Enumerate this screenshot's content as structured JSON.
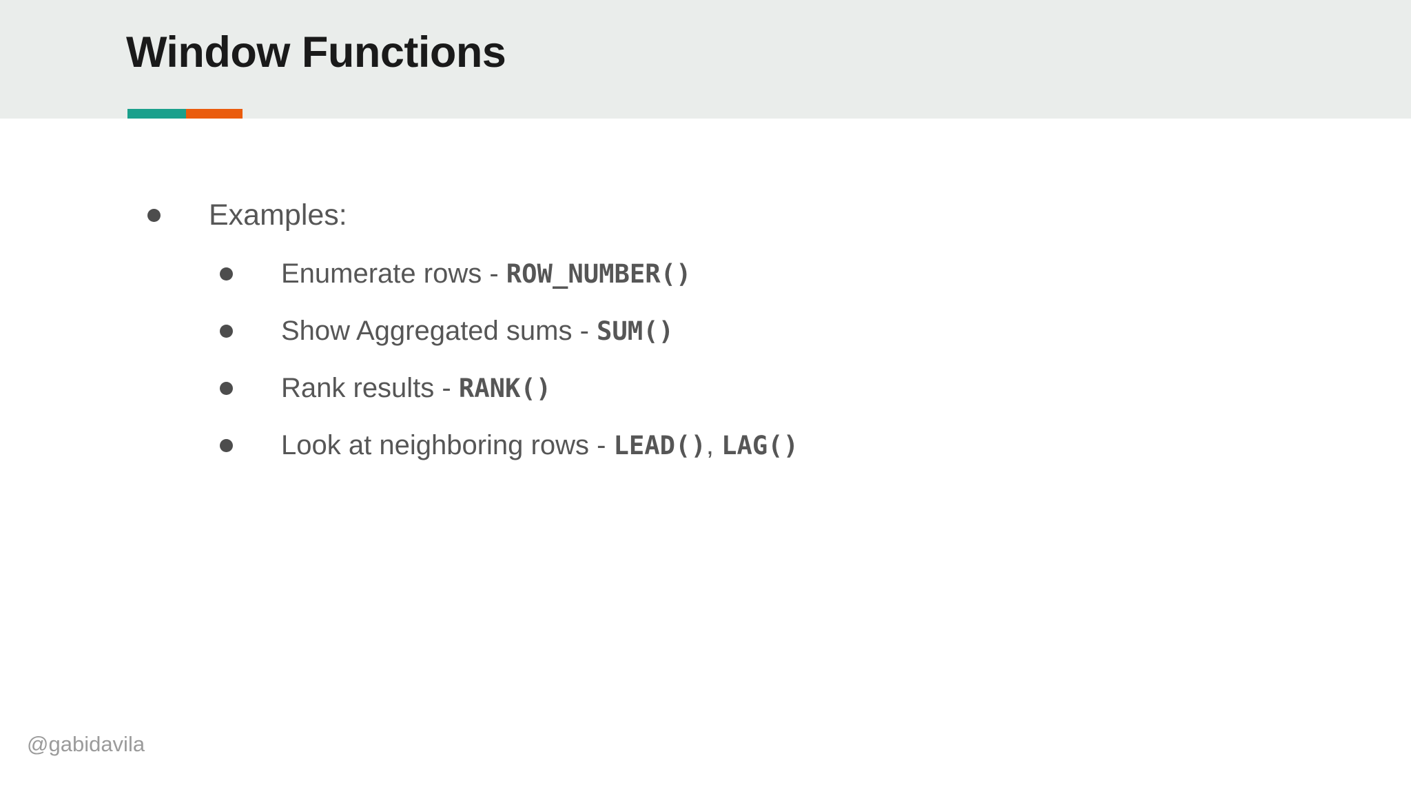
{
  "slide": {
    "title": "Window Functions",
    "footer_handle": "@gabidavila",
    "colors": {
      "header_background": "#eaedeb",
      "body_background": "#ffffff",
      "title_text": "#1a1a1a",
      "body_text": "#565656",
      "bullet_dot": "#4d4d4d",
      "accent_teal": "#1aa08c",
      "accent_orange": "#ea5b0c",
      "footer_text": "#9b9b9b"
    }
  },
  "content": {
    "intro": {
      "label": "Examples:"
    },
    "items": [
      {
        "description": "Enumerate rows",
        "separator": " - ",
        "code": "ROW_NUMBER()",
        "code_extra": "",
        "code_separator": ""
      },
      {
        "description": "Show Aggregated sums",
        "separator": " - ",
        "code": "SUM()",
        "code_extra": "",
        "code_separator": ""
      },
      {
        "description": "Rank results",
        "separator": " - ",
        "code": "RANK()",
        "code_extra": "",
        "code_separator": ""
      },
      {
        "description": "Look at neighboring rows",
        "separator": " - ",
        "code": "LEAD()",
        "code_separator": ", ",
        "code_extra": "LAG()"
      }
    ]
  }
}
